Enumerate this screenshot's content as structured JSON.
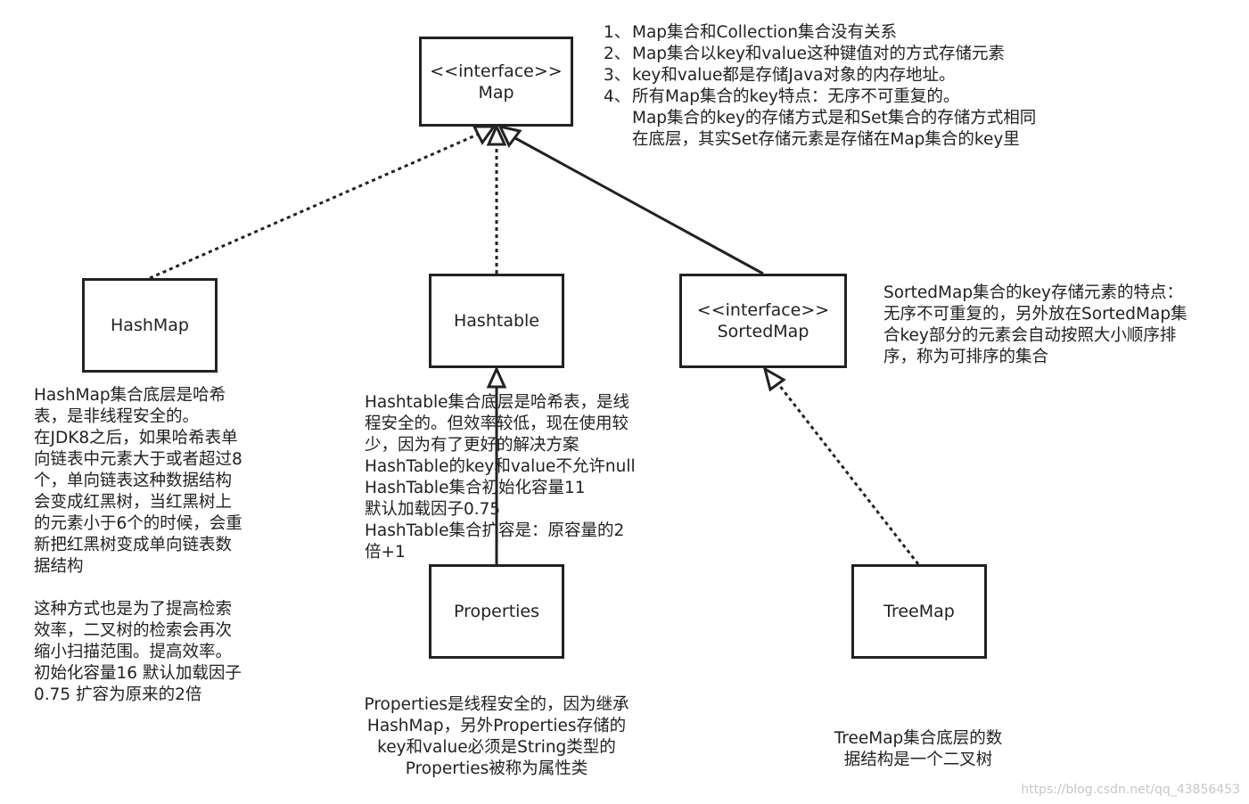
{
  "diagram": {
    "nodes": {
      "map": {
        "stereotype": "<<interface>>",
        "name": "Map"
      },
      "hashmap": {
        "name": "HashMap"
      },
      "hashtable": {
        "name": "Hashtable"
      },
      "sortedmap": {
        "stereotype": "<<interface>>",
        "name": "SortedMap"
      },
      "properties": {
        "name": "Properties"
      },
      "treemap": {
        "name": "TreeMap"
      }
    },
    "map_notes": [
      {
        "number": "1、",
        "text": "Map集合和Collection集合没有关系"
      },
      {
        "number": "2、",
        "text": "Map集合以key和value这种键值对的方式存储元素"
      },
      {
        "number": "3、",
        "text": "key和value都是存储Java对象的内存地址。"
      },
      {
        "number": "4、",
        "text": "所有Map集合的key特点：无序不可重复的。"
      }
    ],
    "map_notes_continuation": [
      "Map集合的key的存储方式是和Set集合的存储方式相同",
      "在底层，其实Set存储元素是存储在Map集合的key里"
    ],
    "sortedmap_note": "SortedMap集合的key存储元素的特点：\n无序不可重复的，另外放在SortedMap集\n合key部分的元素会自动按照大小顺序排\n序，称为可排序的集合",
    "hashmap_note": "HashMap集合底层是哈希\n表，是非线程安全的。\n在JDK8之后，如果哈希表单\n向链表中元素大于或者超过8\n个，单向链表这种数据结构\n会变成红黑树，当红黑树上\n的元素小于6个的时候，会重\n新把红黑树变成单向链表数\n据结构\n\n这种方式也是为了提高检索\n效率，二叉树的检索会再次\n缩小扫描范围。提高效率。\n初始化容量16 默认加载因子\n0.75 扩容为原来的2倍",
    "hashtable_note": "Hashtable集合底层是哈希表，是线\n程安全的。但效率较低，现在使用较\n少，因为有了更好的解决方案\nHashTable的key和value不允许null\nHashTable集合初始化容量11\n默认加载因子0.75\nHashTable集合扩容是：原容量的2\n倍+1",
    "properties_note": "Properties是线程安全的，因为继承\nHashMap，另外Properties存储的\nkey和value必须是String类型的\nProperties被称为属性类",
    "treemap_note": "TreeMap集合底层的数\n据结构是一个二叉树",
    "watermark": "https://blog.csdn.net/qq_43856453",
    "edges": [
      {
        "from": "HashMap",
        "to": "Map",
        "kind": "realization"
      },
      {
        "from": "Hashtable",
        "to": "Map",
        "kind": "realization"
      },
      {
        "from": "SortedMap",
        "to": "Map",
        "kind": "generalization"
      },
      {
        "from": "Properties",
        "to": "Hashtable",
        "kind": "generalization"
      },
      {
        "from": "TreeMap",
        "to": "SortedMap",
        "kind": "realization"
      }
    ],
    "line_color": "#222222"
  }
}
